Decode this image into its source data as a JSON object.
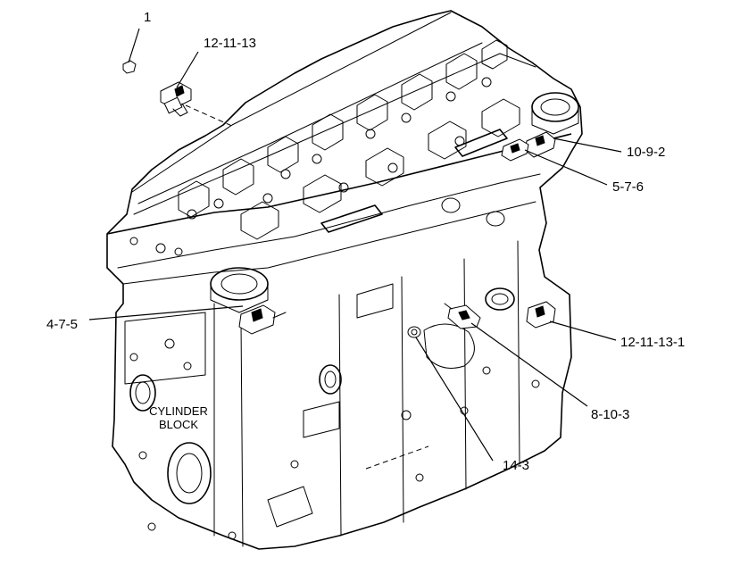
{
  "callouts": [
    {
      "id": "c1",
      "label": "1"
    },
    {
      "id": "c2",
      "label": "12-11-13"
    },
    {
      "id": "c3",
      "label": "10-9-2"
    },
    {
      "id": "c4",
      "label": "5-7-6"
    },
    {
      "id": "c5",
      "label": "4-7-5"
    },
    {
      "id": "c6",
      "label": "12-11-13-1"
    },
    {
      "id": "c7",
      "label": "8-10-3"
    },
    {
      "id": "c8",
      "label": "14-3"
    }
  ],
  "block_label": {
    "line1": "CYLINDER",
    "line2": "BLOCK"
  }
}
